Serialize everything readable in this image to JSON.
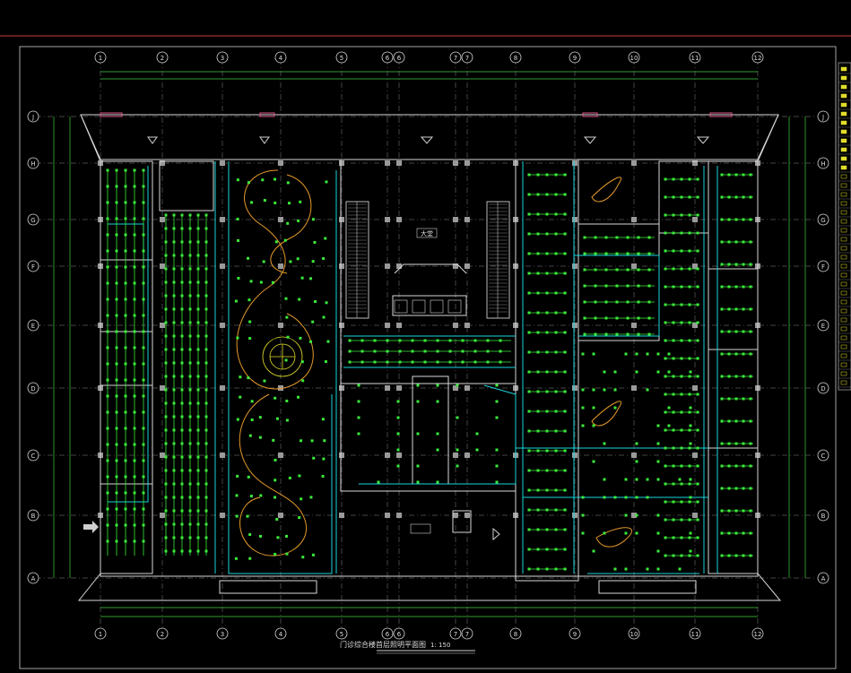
{
  "drawing": {
    "title": "门诊综合楼首层照明平面图",
    "scale": "1: 150",
    "frame_color": "#d23c3c",
    "line_colors": {
      "wall": "#d8d8d8",
      "cyan": "#18d6dc",
      "green": "#3aeb3a",
      "orange": "#e59a2a",
      "pink": "#e0558d"
    }
  },
  "axes": {
    "columns": [
      "1",
      "2",
      "3",
      "4",
      "5",
      "6",
      "6",
      "7",
      "7",
      "8",
      "9",
      "10",
      "11",
      "12"
    ],
    "rows": [
      "J",
      "H",
      "G",
      "F",
      "E",
      "D",
      "C",
      "B",
      "A"
    ]
  },
  "rooms": {
    "hall": "大堂"
  },
  "legend": {
    "rows": 36
  }
}
